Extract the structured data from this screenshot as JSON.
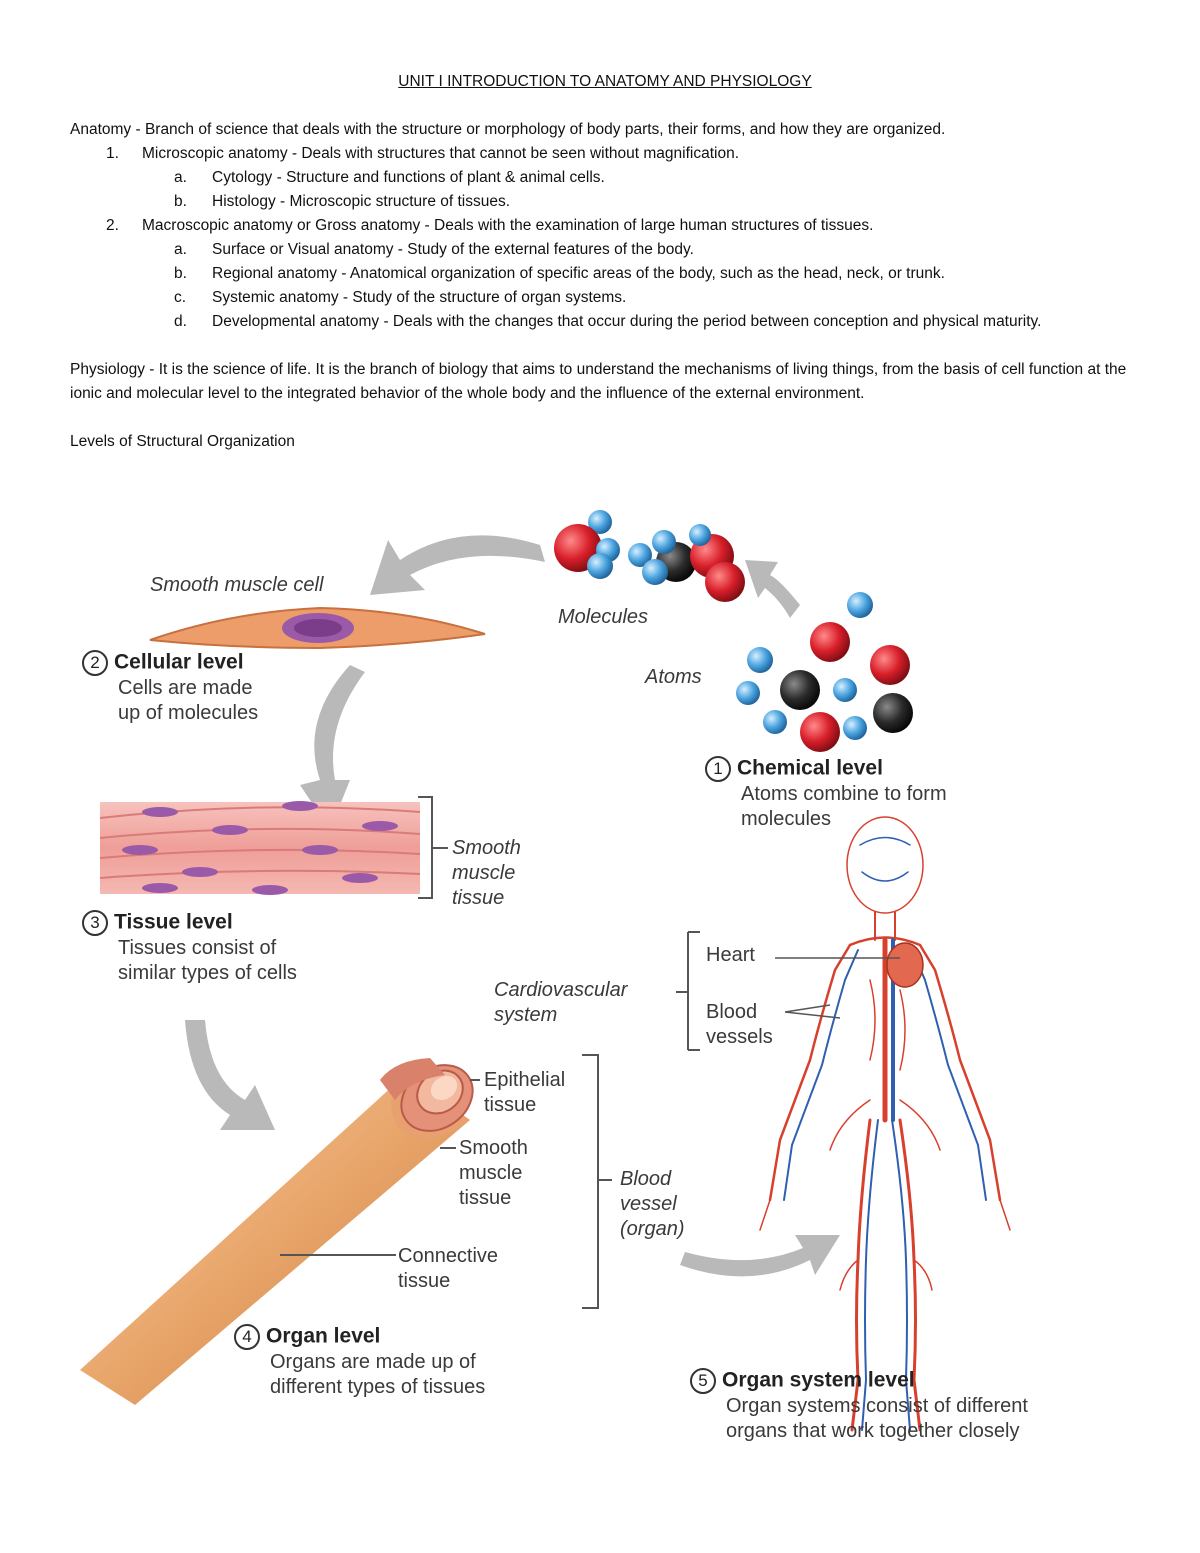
{
  "document": {
    "title": "UNIT I INTRODUCTION TO ANATOMY AND PHYSIOLOGY",
    "anatomy_def": "Anatomy - Branch of science that deals with the structure or morphology of body parts, their forms, and how they are organized.",
    "items": [
      {
        "num": "1.",
        "text": "Microscopic anatomy - Deals with structures that cannot be seen without magnification.",
        "sub": [
          {
            "num": "a.",
            "text": "Cytology - Structure and functions of plant & animal cells."
          },
          {
            "num": "b.",
            "text": "Histology - Microscopic structure of tissues."
          }
        ]
      },
      {
        "num": "2.",
        "text": "Macroscopic anatomy or Gross anatomy - Deals with the examination of large human structures of tissues.",
        "sub": [
          {
            "num": "a.",
            "text": "Surface or Visual anatomy - Study of the external features of the body."
          },
          {
            "num": "b.",
            "text": "Regional anatomy - Anatomical organization of specific areas of the body, such as the head, neck, or trunk."
          },
          {
            "num": "c.",
            "text": "Systemic anatomy - Study of the structure of organ systems."
          },
          {
            "num": "d.",
            "text": "Developmental anatomy - Deals with the changes that occur during the period between conception and physical maturity."
          }
        ]
      }
    ],
    "physiology_def": "Physiology - It is the science of life. It is the branch of biology that aims to understand the mechanisms of living things, from the basis of cell function at the ionic and molecular level to the integrated behavior of the whole body and the influence of the external environment.",
    "levels_heading": "Levels of Structural Organization"
  },
  "figure": {
    "smooth_muscle_cell": "Smooth muscle cell",
    "molecules": "Molecules",
    "atoms": "Atoms",
    "cellular": {
      "num": "2",
      "head": "Cellular level",
      "desc1": "Cells are made",
      "desc2": "up of molecules"
    },
    "chemical": {
      "num": "1",
      "head": "Chemical level",
      "desc1": "Atoms combine to form",
      "desc2": "molecules"
    },
    "smooth_tissue": [
      "Smooth",
      "muscle",
      "tissue"
    ],
    "tissue": {
      "num": "3",
      "head": "Tissue level",
      "desc1": "Tissues consist of",
      "desc2": "similar types of cells"
    },
    "cardio": [
      "Cardiovascular",
      "system"
    ],
    "heart": "Heart",
    "blood_vessels": [
      "Blood",
      "vessels"
    ],
    "epithelial": [
      "Epithelial",
      "tissue"
    ],
    "smooth_muscle_tissue2": [
      "Smooth",
      "muscle",
      "tissue"
    ],
    "blood_vessel_organ": [
      "Blood",
      "vessel",
      "(organ)"
    ],
    "connective": [
      "Connective",
      "tissue"
    ],
    "organ": {
      "num": "4",
      "head": "Organ level",
      "desc1": "Organs are made up of",
      "desc2": "different types of tissues"
    },
    "organ_system": {
      "num": "5",
      "head": "Organ system level",
      "desc1": "Organ systems consist of different",
      "desc2": "organs that work together closely"
    },
    "colors": {
      "oxygen": "#d81f2a",
      "hydrogen": "#4aa3df",
      "carbon": "#2b2b2b",
      "arrow": "#b9b9b9",
      "artery": "#d8402e",
      "vein": "#2f5fb0",
      "tissue": "#f0a4a0"
    }
  }
}
